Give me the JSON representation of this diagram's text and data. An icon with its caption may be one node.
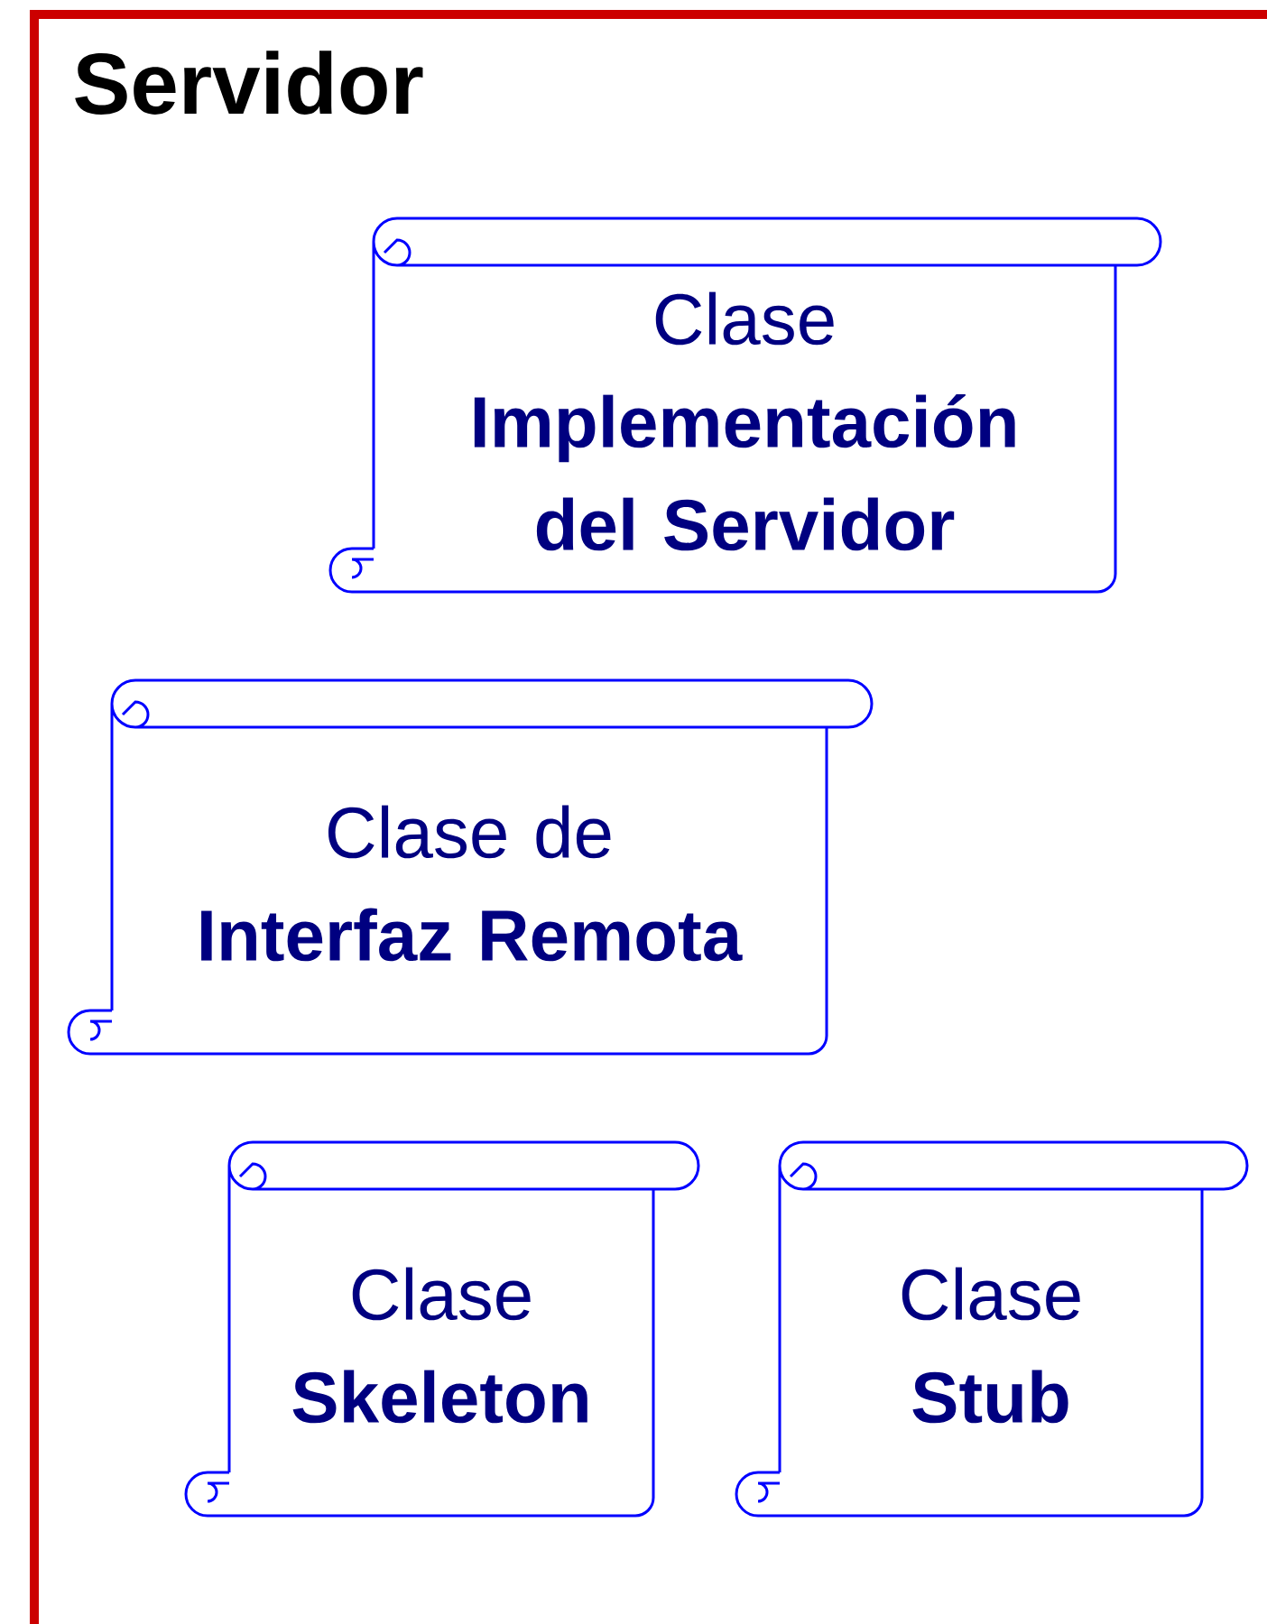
{
  "diagram": {
    "nodes": [
      {
        "text": [
          "Servidor"
        ]
      },
      {
        "text": [
          "Clase",
          "Implementación del Servidor"
        ],
        "in": 0
      },
      {
        "text": [
          "Clase de",
          "Interfaz Remota"
        ],
        "in": 0
      },
      {
        "text": [
          "Clase",
          "Skeleton"
        ],
        "in": 0
      },
      {
        "text": [
          "Clase",
          "Stub"
        ],
        "in": 0
      }
    ]
  }
}
